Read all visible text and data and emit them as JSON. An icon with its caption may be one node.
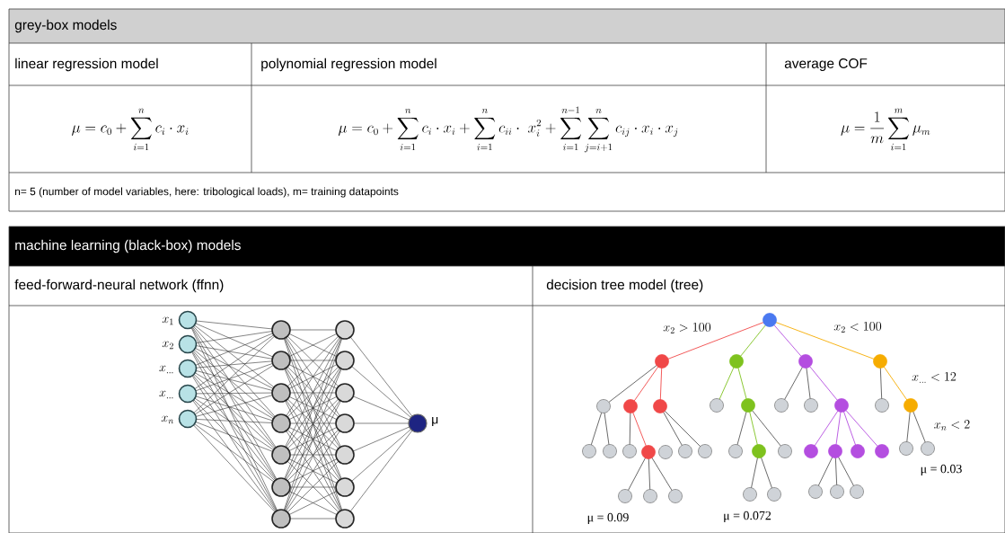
{
  "diagram": {
    "labels": [
      "grey-box models",
      "linear regression model",
      "polynomial regression model",
      "average COF",
      "\\mu = c_0 + \\sum_{i=1}^{n} c_i \\cdot x_i",
      "\\mu = c_0 + \\sum_{i=1}^{n} c_i \\cdot x_i + \\sum_{i=1}^{n} c_{ii} \\cdot\\; x_i^2 + \\sum_{i=1}^{n-1} \\sum_{j=i+1}^{n} c_{ij} \\cdot x_i \\cdot x_j",
      "\\mu = \\frac{1}{m} \\sum_{i=1}^{m} \\mu_m",
      "n= 5 (number of model variables, here: tribological loads), m= training datapoints",
      "machine learning (black-box) models",
      "feed-forward-neural network (ffnn)",
      "decision tree model (tree)",
      "x_1",
      "x_2",
      "x_{\\ldots}",
      "x_{\\ldots}",
      "x_n",
      "μ",
      "x_2 > 100",
      "x_2 < 100",
      "x_{\\ldots} < 12",
      "x_n < 2",
      "μ = 0.03",
      "μ = 0.09",
      "μ = 0.072"
    ]
  }
}
